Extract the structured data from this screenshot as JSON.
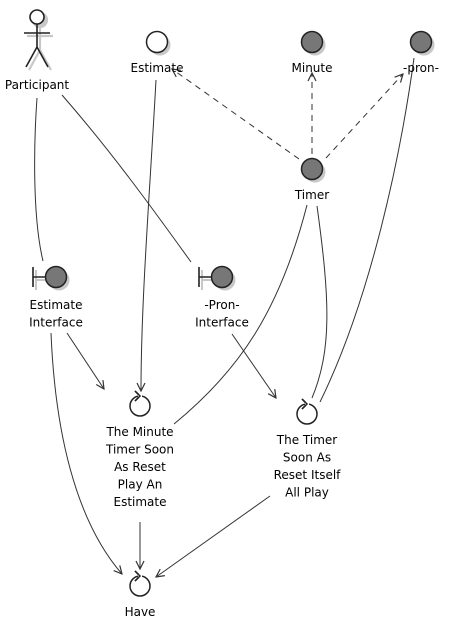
{
  "colors": {
    "background": "#ffffff",
    "line": "#333333",
    "entity_fill": "#777777",
    "actor_fill": "#ffffff",
    "shadow": "#c8c8c8"
  },
  "nodes": {
    "participant": {
      "kind": "actor",
      "icon": "actor-icon",
      "lines": [
        "Participant"
      ]
    },
    "estimate": {
      "kind": "entity-white",
      "icon": "entity-circle-icon",
      "lines": [
        "Estimate"
      ]
    },
    "minute": {
      "kind": "entity",
      "icon": "entity-circle-icon",
      "lines": [
        "Minute"
      ]
    },
    "pron": {
      "kind": "entity",
      "icon": "entity-circle-icon",
      "lines": [
        "-pron-"
      ]
    },
    "timer": {
      "kind": "entity",
      "icon": "entity-circle-icon",
      "lines": [
        "Timer"
      ]
    },
    "estimate_interface": {
      "kind": "boundary",
      "icon": "boundary-icon",
      "lines": [
        "Estimate",
        "Interface"
      ]
    },
    "pron_interface": {
      "kind": "boundary",
      "icon": "boundary-icon",
      "lines": [
        "-Pron-",
        "Interface"
      ]
    },
    "minute_timer_usecase": {
      "kind": "control",
      "icon": "control-icon",
      "lines": [
        "The Minute",
        "Timer Soon",
        "As Reset",
        "Play An",
        "Estimate"
      ]
    },
    "timer_reset_usecase": {
      "kind": "control",
      "icon": "control-icon",
      "lines": [
        "The Timer",
        "Soon As",
        "Reset Itself",
        "All Play"
      ]
    },
    "have": {
      "kind": "control",
      "icon": "control-icon",
      "lines": [
        "Have"
      ]
    }
  },
  "edges": [
    {
      "from": "participant",
      "to": "estimate_interface",
      "style": "solid",
      "arrow": false
    },
    {
      "from": "participant",
      "to": "pron_interface",
      "style": "solid",
      "arrow": false
    },
    {
      "from": "timer",
      "to": "estimate",
      "style": "dashed",
      "arrow": true
    },
    {
      "from": "timer",
      "to": "minute",
      "style": "dashed",
      "arrow": true
    },
    {
      "from": "timer",
      "to": "pron",
      "style": "dashed",
      "arrow": true
    },
    {
      "from": "estimate",
      "to": "minute_timer_usecase",
      "style": "solid",
      "arrow": true
    },
    {
      "from": "estimate_interface",
      "to": "minute_timer_usecase",
      "style": "solid",
      "arrow": true
    },
    {
      "from": "estimate_interface",
      "to": "have",
      "style": "solid",
      "arrow": true
    },
    {
      "from": "pron_interface",
      "to": "timer_reset_usecase",
      "style": "solid",
      "arrow": true
    },
    {
      "from": "timer",
      "to": "minute_timer_usecase",
      "style": "solid",
      "arrow": false
    },
    {
      "from": "timer",
      "to": "timer_reset_usecase",
      "style": "solid",
      "arrow": false
    },
    {
      "from": "pron",
      "to": "timer_reset_usecase",
      "style": "solid",
      "arrow": false
    },
    {
      "from": "minute_timer_usecase",
      "to": "have",
      "style": "solid",
      "arrow": true
    },
    {
      "from": "timer_reset_usecase",
      "to": "have",
      "style": "solid",
      "arrow": true
    }
  ]
}
